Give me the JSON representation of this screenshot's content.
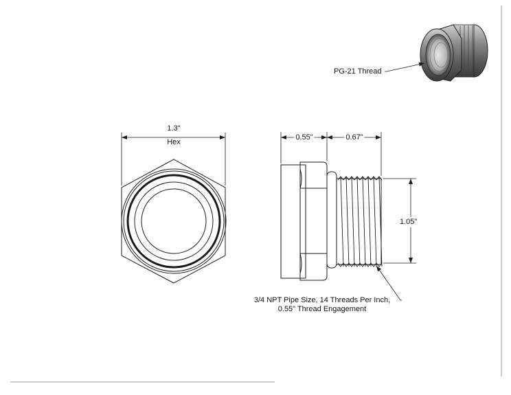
{
  "drawing": {
    "callouts": {
      "pg_thread": "PG-21 Thread",
      "npt_line1": "3/4 NPT Pipe Size, 14 Threads Per Inch,",
      "npt_line2": "0.55\" Thread Engagement"
    },
    "dimensions": {
      "hex_value": "1.3\"",
      "hex_label": "Hex",
      "hex_length": "0.55\"",
      "thread_length": "0.67\"",
      "thread_diameter": "1.05\""
    },
    "colors": {
      "line": "#1a1a1a",
      "border": "#9a9a9a"
    }
  }
}
